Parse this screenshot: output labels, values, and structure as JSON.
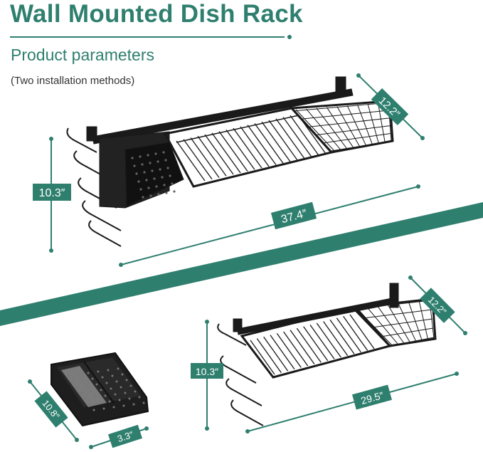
{
  "header": {
    "title": "Wall Mounted Dish Rack",
    "subtitle": "Product parameters",
    "installation_note": "(Two installation methods)"
  },
  "product_top": {
    "height": "10.3″",
    "length": "37.4″",
    "depth": "12.2″"
  },
  "product_bottom": {
    "height": "10.3″",
    "length": "29.5″",
    "depth": "12.2″"
  },
  "utensil_holder": {
    "height": "10.8″",
    "width": "3.3″"
  },
  "colors": {
    "accent": "#2f7f6f",
    "rack": "#1a1a1a"
  }
}
